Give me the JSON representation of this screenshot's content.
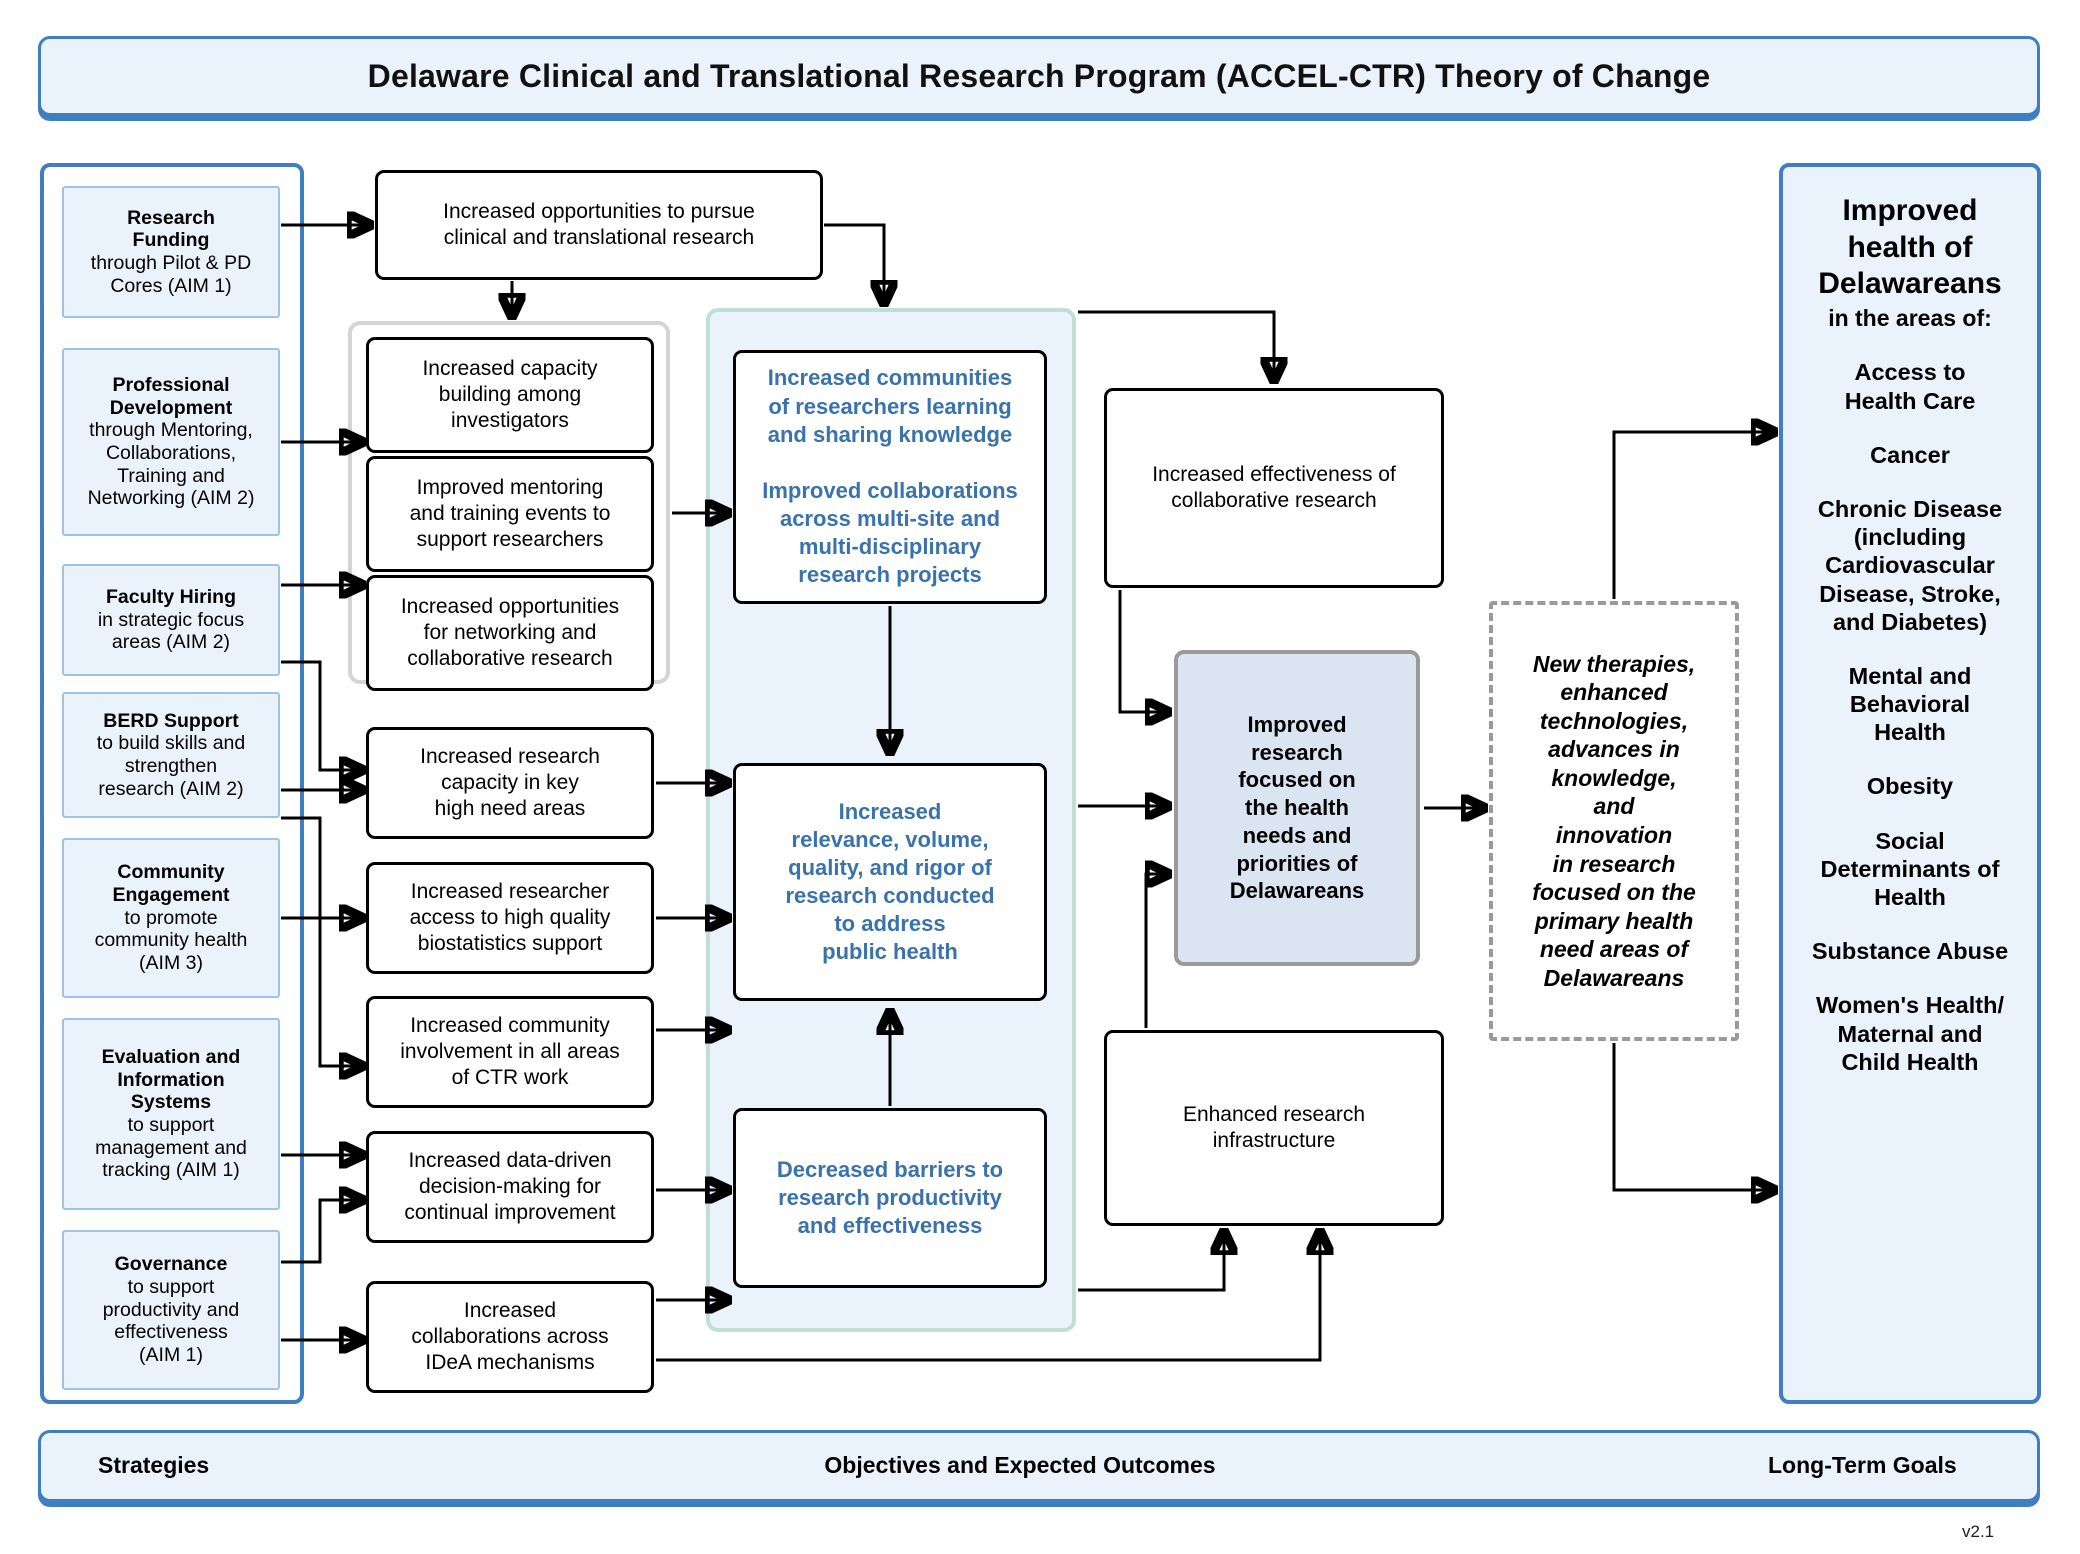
{
  "title": "Delaware Clinical and Translational Research Program (ACCEL-CTR) Theory of Change",
  "version": "v2.1",
  "legend": {
    "left": "Strategies",
    "center": "Objectives and Expected Outcomes",
    "right": "Long-Term Goals"
  },
  "strategies": [
    {
      "head": "Research\nFunding",
      "body": "through Pilot & PD\nCores (AIM 1)"
    },
    {
      "head": "Professional\nDevelopment",
      "body": "through Mentoring,\nCollaborations,\nTraining and\nNetworking (AIM 2)"
    },
    {
      "head": "Faculty Hiring",
      "body": "in strategic focus\nareas (AIM 2)"
    },
    {
      "head": "BERD Support",
      "body": "to build skills and\nstrengthen\nresearch (AIM 2)"
    },
    {
      "head": "Community\nEngagement",
      "body": "to promote\ncommunity health\n(AIM 3)"
    },
    {
      "head": "Evaluation and\nInformation\nSystems",
      "body": "to support\nmanagement and\ntracking (AIM 1)"
    },
    {
      "head": "Governance",
      "body": "to support\nproductivity and\neffectiveness\n(AIM 1)"
    }
  ],
  "outcomes": {
    "top": "Increased opportunities to pursue\nclinical and translational research",
    "group": [
      "Increased capacity\nbuilding among\ninvestigators",
      "Improved mentoring\nand training events to\nsupport researchers",
      "Increased opportunities\nfor networking and\ncollaborative research"
    ],
    "list": [
      "Increased research\ncapacity in key\nhigh need areas",
      "Increased  researcher\naccess to high quality\nbiostatistics support",
      "Increased community\ninvolvement in all areas\nof CTR work",
      "Increased data-driven\ndecision-making for\ncontinual improvement",
      "Increased\ncollaborations across\nIDeA mechanisms"
    ]
  },
  "center_panel": [
    "Increased communities\nof researchers learning\nand sharing knowledge\n\nImproved collaborations\nacross multi-site and\nmulti-disciplinary\nresearch projects",
    "Increased\nrelevance, volume,\nquality, and rigor of\nresearch conducted\nto address\npublic health",
    "Decreased barriers to\nresearch productivity\nand effectiveness"
  ],
  "right_outcomes": {
    "effectiveness": "Increased effectiveness of\ncollaborative research",
    "improved_research": "Improved\nresearch\nfocused on\nthe health\nneeds and\npriorities of\nDelawareans",
    "infrastructure": "Enhanced research\ninfrastructure"
  },
  "impact": "New therapies,\nenhanced\ntechnologies,\nadvances in\nknowledge,\nand\ninnovation\nin research\nfocused on the\nprimary health\nneed areas of\nDelawareans",
  "goals": {
    "head": "Improved\nhealth of\nDelawareans",
    "sub": "in the areas of:",
    "items": [
      "Access to\nHealth Care",
      "Cancer",
      "Chronic Disease\n(including\nCardiovascular\nDisease, Stroke,\nand Diabetes)",
      "Mental and\nBehavioral\nHealth",
      "Obesity",
      "Social\nDeterminants of\nHealth",
      "Substance Abuse",
      "Women's Health/\nMaternal and\nChild Health"
    ]
  },
  "colors": {
    "accent": "#3f7fbf",
    "panel_fill": "#eaf3fb",
    "blue_text": "#3a72ab",
    "grey_box": "#dbe5f1",
    "teal_border": "#bfded6"
  }
}
